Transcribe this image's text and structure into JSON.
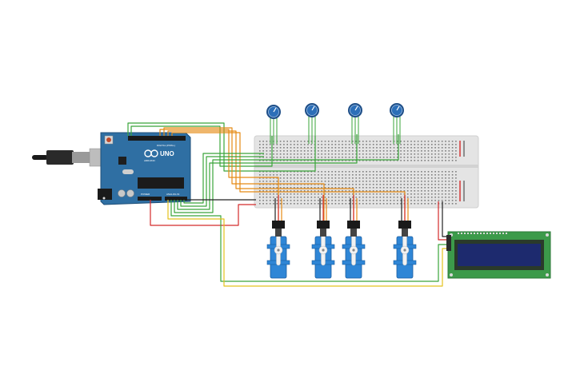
{
  "canvas": {
    "background": "#ffffff"
  },
  "arduino": {
    "brand_label": "ARDUINO",
    "model_label": "UNO",
    "power_label": "POWER",
    "analog_label": "ANALOG IN",
    "digital_label": "DIGITAL (PWM~)",
    "board_color": "#2f6fa3",
    "accent_color": "#1c4f78"
  },
  "components": {
    "potentiometers": [
      "pot-1",
      "pot-2",
      "pot-3",
      "pot-4"
    ],
    "servos": [
      "servo-1",
      "servo-2",
      "servo-3",
      "servo-4"
    ],
    "lcd": "lcd-16x2-i2c",
    "breadboard": "breadboard-half"
  },
  "colors": {
    "wire_green": "#3aa53a",
    "wire_orange": "#e58a14",
    "wire_red": "#d42a2a",
    "wire_black": "#222222",
    "wire_yellow": "#e4c21d",
    "servo_blue": "#2f86d6",
    "pot_blue": "#2c6fb8",
    "lcd_green": "#3c9a4a",
    "lcd_screen": "#1d2a6e",
    "breadboard": "#e3e3e3"
  }
}
